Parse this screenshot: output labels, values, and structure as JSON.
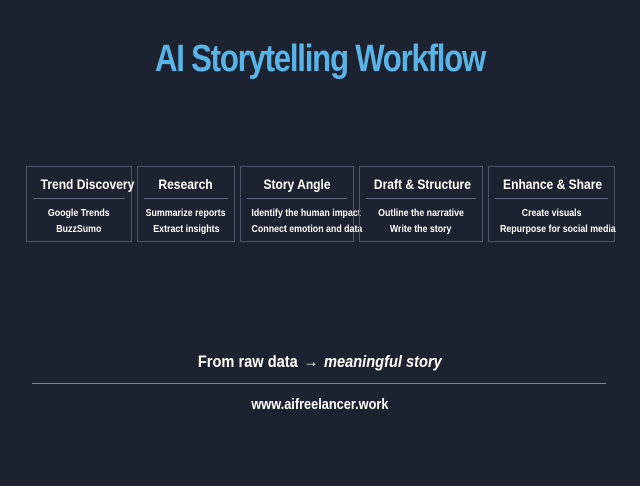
{
  "title": "AI Storytelling Workflow",
  "steps": [
    {
      "heading": "Trend Discovery",
      "items": [
        "Google Trends",
        "BuzzSumo"
      ]
    },
    {
      "heading": "Research",
      "items": [
        "Summarize reports",
        "Extract insights"
      ]
    },
    {
      "heading": "Story Angle",
      "items": [
        "Identify the human impact",
        "Connect emotion and data"
      ]
    },
    {
      "heading": "Draft & Structure",
      "items": [
        "Outline the narrative",
        "Write the story"
      ]
    },
    {
      "heading": "Enhance & Share",
      "items": [
        "Create visuals",
        "Repurpose for social media"
      ]
    }
  ],
  "tagline": {
    "prefix": "From raw data",
    "arrow": "→",
    "emphasis": "meaningful story"
  },
  "url": "www.aifreelancer.work",
  "colors": {
    "background": "#1c2230",
    "title": "#5ab3e6",
    "text": "#ffffff",
    "border": "#4c5566"
  }
}
